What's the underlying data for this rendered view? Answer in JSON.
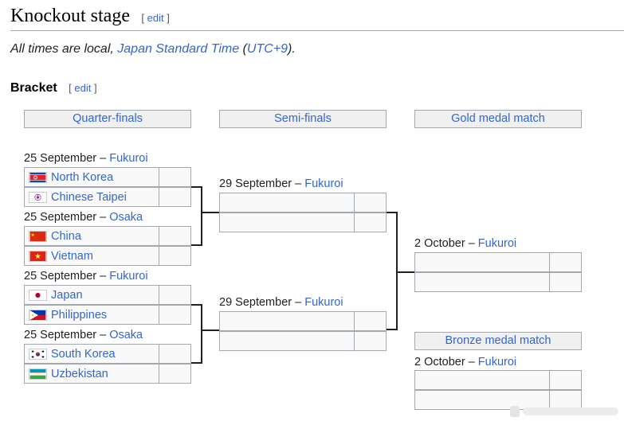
{
  "heading": {
    "title": "Knockout stage",
    "edit_label": "edit"
  },
  "note": {
    "prefix": "All times are local, ",
    "link1": "Japan Standard Time",
    "mid": " (",
    "link2": "UTC+9",
    "suffix": ")."
  },
  "bracket_heading": {
    "title": "Bracket",
    "edit_label": "edit"
  },
  "rounds": {
    "qf": "Quarter-finals",
    "sf": "Semi-finals",
    "gold": "Gold medal match",
    "bronze": "Bronze medal match"
  },
  "matches": {
    "qf1": {
      "date": "25 September – ",
      "venue": "Fukuroi",
      "team1": "North Korea",
      "team2": "Chinese Taipei"
    },
    "qf2": {
      "date": "25 September – ",
      "venue": "Osaka",
      "team1": "China",
      "team2": "Vietnam"
    },
    "qf3": {
      "date": "25 September – ",
      "venue": "Fukuroi",
      "team1": "Japan",
      "team2": "Philippines"
    },
    "qf4": {
      "date": "25 September – ",
      "venue": "Osaka",
      "team1": "South Korea",
      "team2": "Uzbekistan"
    },
    "sf1": {
      "date": "29 September – ",
      "venue": "Fukuroi"
    },
    "sf2": {
      "date": "29 September – ",
      "venue": "Fukuroi"
    },
    "gold": {
      "date": "2 October – ",
      "venue": "Fukuroi"
    },
    "bronze": {
      "date": "2 October – ",
      "venue": "Fukuroi"
    }
  },
  "flags": {
    "north_korea": "north-korea-flag-icon",
    "chinese_taipei": "chinese-taipei-flag-icon",
    "china": "china-flag-icon",
    "vietnam": "vietnam-flag-icon",
    "japan": "japan-flag-icon",
    "philippines": "philippines-flag-icon",
    "south_korea": "south-korea-flag-icon",
    "uzbekistan": "uzbekistan-flag-icon"
  },
  "colors": {
    "link": "#3366cc",
    "border": "#a2a9b1",
    "header_bg": "#f0f0f0",
    "cell_bg": "#f9f9f9"
  }
}
